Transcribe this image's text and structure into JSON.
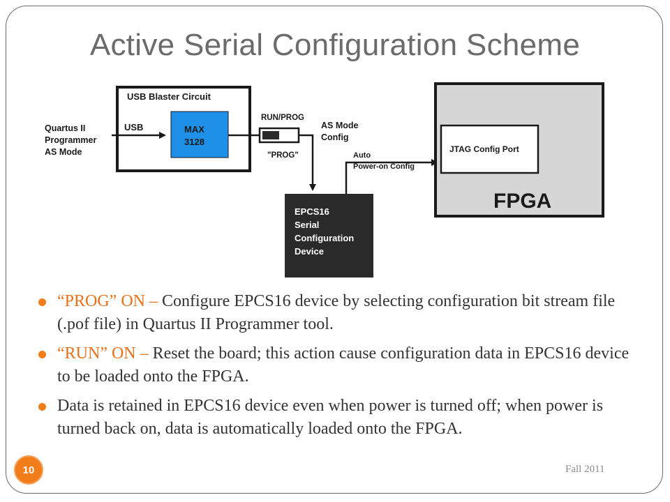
{
  "slide": {
    "title": "Active Serial Configuration Scheme",
    "number": "10",
    "footer": "Fall 2011"
  },
  "diagram": {
    "input_label_lines": [
      "Quartus II",
      "Programmer",
      "AS Mode"
    ],
    "usb_label": "USB",
    "usb_blaster_title": "USB Blaster Circuit",
    "max_chip_lines": [
      "MAX",
      "3128"
    ],
    "switch_top_label": "RUN/PROG",
    "switch_bottom_label": "\"PROG\"",
    "as_mode_lines": [
      "AS Mode",
      "Config"
    ],
    "auto_config_lines": [
      "Auto",
      "Power-on Config"
    ],
    "epcs_lines": [
      "EPCS16",
      "Serial",
      "Configuration",
      "Device"
    ],
    "jtag_label": "JTAG Config Port",
    "fpga_label": "FPGA",
    "colors": {
      "max_fill": "#1e90e8",
      "epcs_fill": "#2a2a2a",
      "fpga_fill": "#d6d6d6"
    }
  },
  "bullets": [
    {
      "highlight": "“PROG” ON –",
      "text": " Configure EPCS16 device by selecting configuration bit stream file (.pof file) in Quartus II Programmer tool."
    },
    {
      "highlight": "“RUN” ON –",
      "text": " Reset the board; this action cause configuration data in EPCS16 device to be loaded onto the FPGA."
    },
    {
      "highlight": "",
      "text": "Data is retained in EPCS16 device even when power is turned off; when power is turned back on, data is automatically loaded onto the FPGA."
    }
  ]
}
